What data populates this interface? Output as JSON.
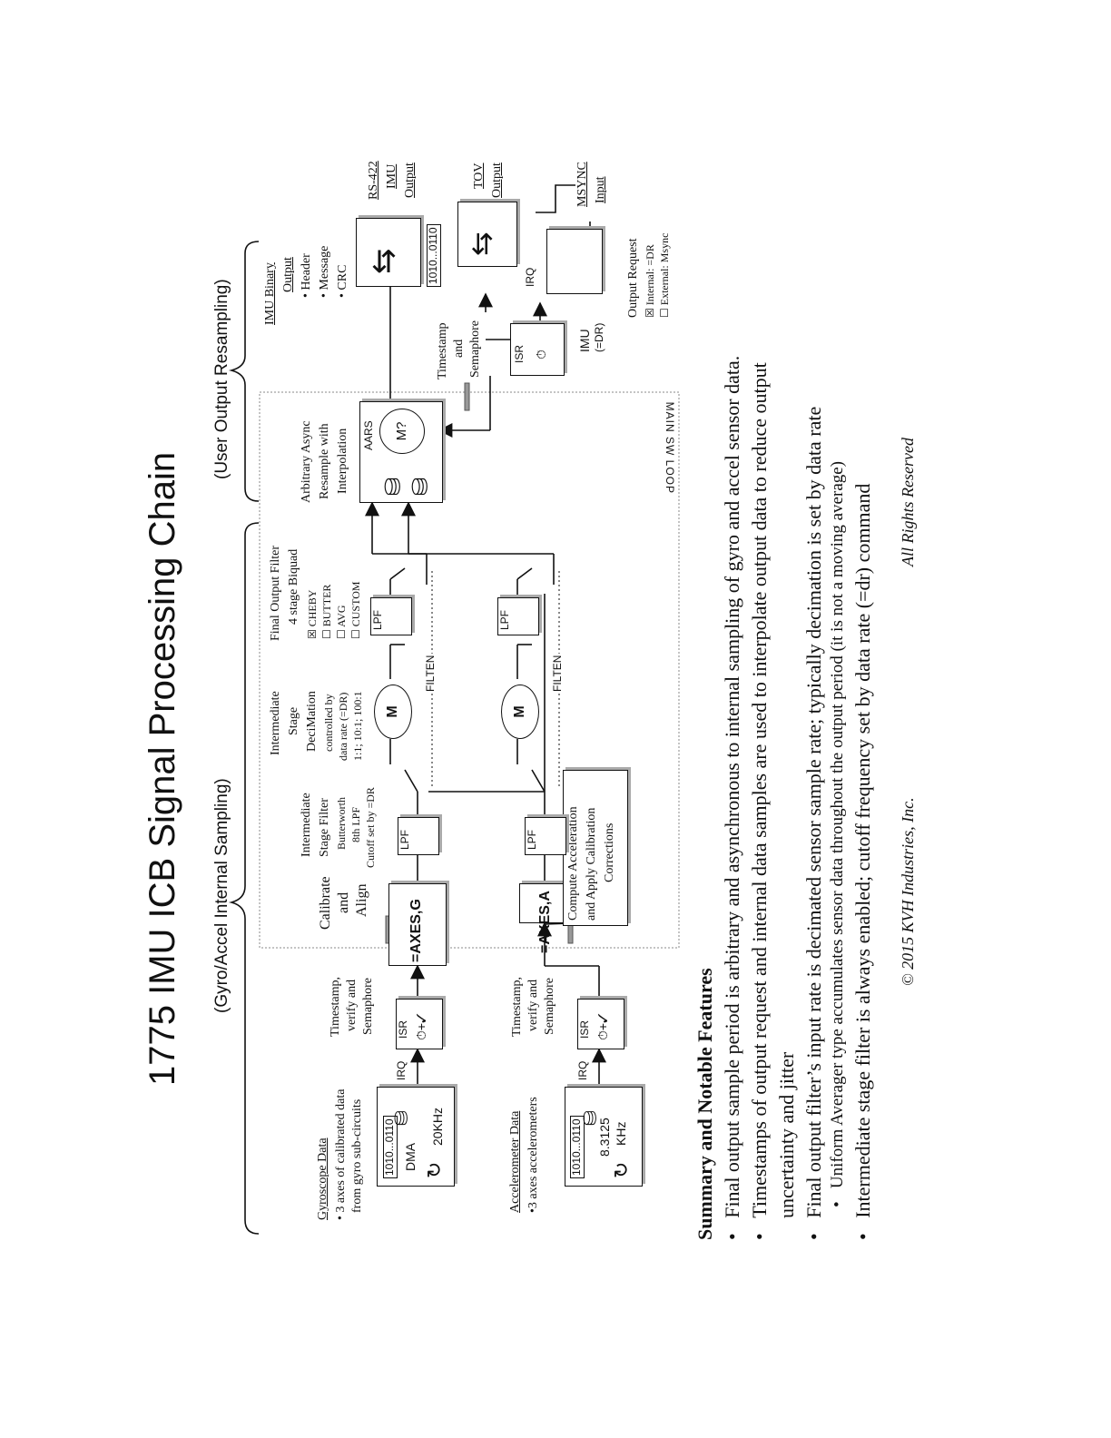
{
  "title": "1775 IMU ICB Signal Processing Chain",
  "sections": {
    "internal": "(Gyro/Accel Internal Sampling)",
    "output": "(User Output Resampling)"
  },
  "gyro": {
    "heading": "Gyroscope Data",
    "desc_lines": [
      "• 3 axes of calibrated data",
      "from gyro sub-circuits"
    ],
    "bits": "1010...0110",
    "dma": "DMA",
    "rate": "20KHz"
  },
  "accel": {
    "heading": "Accelerometer Data",
    "desc": "•3 axes accelerometers",
    "bits": "1010...0110",
    "rate_lines": [
      "8.3125",
      "KHz"
    ]
  },
  "irq_symbol": "IRQ",
  "isr_check": "ISR",
  "timestamp_gyro": [
    "Timestamp,",
    "verify and",
    "Semaphore"
  ],
  "timestamp_accel": [
    "Timestamp,",
    "verify and",
    "Semaphore"
  ],
  "calibrate": [
    "Calibrate",
    "and",
    "Align"
  ],
  "axes_g": "=AXES,G",
  "axes_a": "=AXES,A",
  "intermediate_filter": [
    "Intermediate",
    "Stage Filter",
    "Butterworth",
    "8th LPF",
    "Cutoff set by =DR"
  ],
  "lpf": "LPF",
  "decimation": [
    "Intermediate",
    "Stage",
    "DeciMation",
    "controlled by",
    "data rate (=DR)",
    "1:1; 10:1; 100:1"
  ],
  "m": "M",
  "filten": "FILTEN",
  "final_filter": {
    "lines": [
      "Final Output Filter",
      "4 stage Biquad"
    ],
    "options": [
      {
        "label": "CHEBY",
        "mark": "☒"
      },
      {
        "label": "BUTTER",
        "mark": "☐"
      },
      {
        "label": "AVG",
        "mark": "☐"
      },
      {
        "label": "CUSTOM",
        "mark": "☐"
      }
    ]
  },
  "compute_accel": [
    "Compute Acceleration",
    "and Apply Calibration",
    "Corrections"
  ],
  "aars": {
    "caption": [
      "Arbitrary Async",
      "Resample with",
      "Interpolation"
    ],
    "label": "AARS",
    "m": "M?"
  },
  "main_loop": "MAIN SW LOOP",
  "timestamp_out": [
    "Timestamp",
    "and",
    "Semaphore"
  ],
  "isr_out": "ISR",
  "imu_dr": [
    "IMU",
    "(=DR)"
  ],
  "irq_out": "IRQ",
  "output_request": {
    "title": "Output Request",
    "options": [
      {
        "label": "Internal: =DR",
        "mark": "☒"
      },
      {
        "label": "External: Msync",
        "mark": "☐"
      }
    ]
  },
  "binary_output": {
    "title_lines": [
      "IMU  Binary",
      "Output"
    ],
    "items": [
      "• Header",
      "• Message",
      "• CRC"
    ],
    "bits": "1010...0110"
  },
  "rs422": [
    "RS-422",
    "IMU",
    "Output"
  ],
  "tov": [
    "TOV",
    "Output"
  ],
  "msync": [
    "MSYNC",
    "Input"
  ],
  "summary": {
    "title": "Summary and Notable Features",
    "bullets": [
      "Final output sample period is arbitrary and asynchronous to internal sampling of gyro and accel sensor data.",
      "Timestamps of output request and internal data samples are used to interpolate output data to reduce output",
      "uncertainty and jitter",
      "Final output filter’s input rate is decimated sensor sample rate; typically decimation is set by data rate",
      "Uniform Averager type accumulates sensor data throughout the output period (it is not a moving average)",
      "Intermediate stage filter is always enabled; cutoff frequency set by data rate (=dr) command"
    ]
  },
  "footer": {
    "copyright": "© 2015 KVH Industries, Inc.",
    "rights": "All Rights Reserved"
  }
}
